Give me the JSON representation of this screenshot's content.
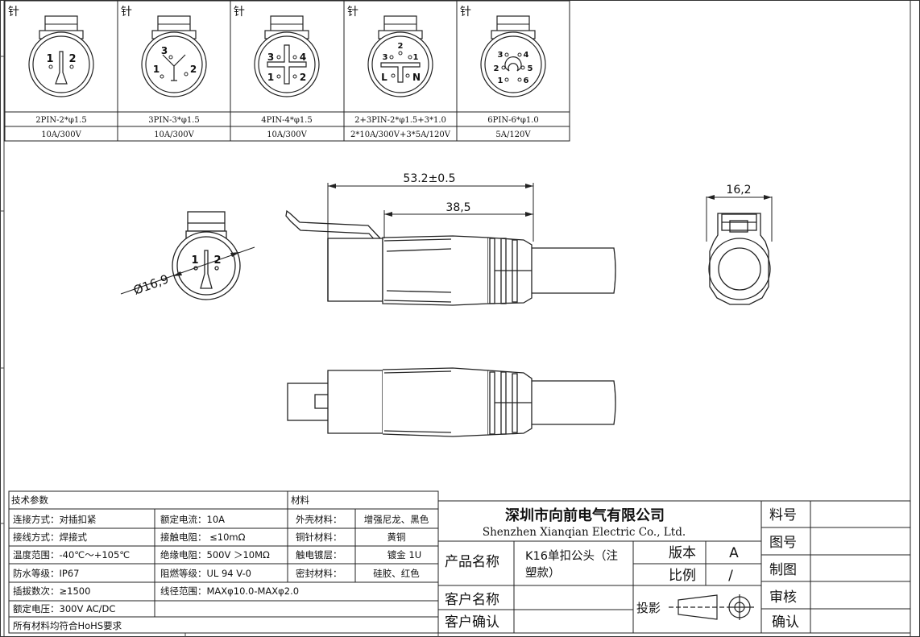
{
  "pin_table": {
    "header_label": "针",
    "columns": [
      {
        "spec": "2PIN-2*φ1.5",
        "rating": "10A/300V",
        "pins": [
          "1",
          "2"
        ]
      },
      {
        "spec": "3PIN-3*φ1.5",
        "rating": "10A/300V",
        "pins": [
          "3",
          "1",
          "2"
        ]
      },
      {
        "spec": "4PIN-4*φ1.5",
        "rating": "10A/300V",
        "pins": [
          "3",
          "4",
          "1",
          "2"
        ]
      },
      {
        "spec": "2+3PIN-2*φ1.5+3*1.0",
        "rating": "2*10A/300V+3*5A/120V",
        "pins": [
          "2",
          "3",
          "1",
          "L",
          "N"
        ]
      },
      {
        "spec": "6PIN-6*φ1.0",
        "rating": "5A/120V",
        "pins": [
          "3",
          "4",
          "2",
          "5",
          "1",
          "6"
        ]
      }
    ]
  },
  "dimensions": {
    "overall_length": "53.2±0.5",
    "body_length": "38,5",
    "diameter": "Ø16,9",
    "width": "16,2",
    "front_pins": [
      "1",
      "2"
    ]
  },
  "tech_params": {
    "title": "技术参数",
    "material_title": "材料",
    "rows": [
      [
        "连接方式：对插扣紧",
        "额定电流：10A",
        "外壳材料：",
        "增强尼龙、黑色"
      ],
      [
        "接线方式：焊接式",
        "接触电阻： ≤10mΩ",
        "铜针材料：",
        "黄铜"
      ],
      [
        "温度范围：-40℃～+105℃",
        "绝缘电阻：500V ＞10MΩ",
        "触电镀层：",
        "镀金 1U"
      ],
      [
        "防水等级：IP67",
        "阻燃等级：UL 94 V-0",
        "密封材料：",
        "硅胶、红色"
      ]
    ],
    "insertion": "插拔数次：≥1500",
    "wire_range": "线径范围：MAXφ10.0-MAXφ2.0",
    "rated_voltage": "额定电压：300V AC/DC",
    "rohs": "所有材料均符合HoHS要求"
  },
  "title_block": {
    "company_cn": "深圳市向前电气有限公司",
    "company_en": "Shenzhen Xianqian Electric Co., Ltd.",
    "product_label": "产品名称",
    "product_name_1": "K16单扣公头（注",
    "product_name_2": "塑款）",
    "version_label": "版本",
    "version_value": "A",
    "scale_label": "比例",
    "scale_value": "/",
    "customer_name_label": "客户名称",
    "customer_confirm_label": "客户确认",
    "projection_label": "投影",
    "right_labels": [
      "料号",
      "图号",
      "制图",
      "审核",
      "确认"
    ]
  }
}
